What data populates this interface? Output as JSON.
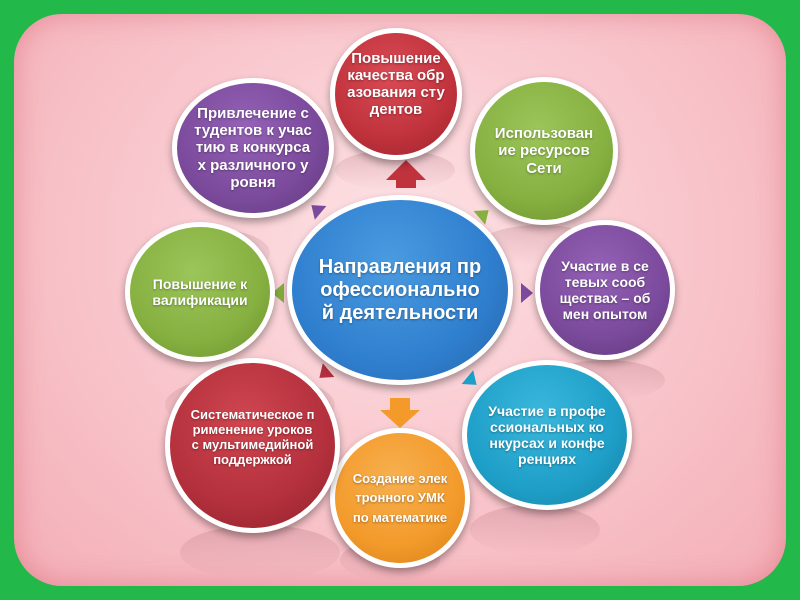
{
  "center": {
    "label": "Направления профессиональной деятельности",
    "color": "#2f7fcf"
  },
  "nodes": [
    {
      "id": "quality",
      "label": "Повышение качества образования студентов",
      "color": "#c0323c"
    },
    {
      "id": "resources",
      "label": "Использование ресурсов Сети",
      "color": "#86b040"
    },
    {
      "id": "networks",
      "label": "Участие в сетевых сообществах – обмен опытом",
      "color": "#7b4a9c"
    },
    {
      "id": "contests",
      "label": "Участие в профессиональных конкурсах и конференциях",
      "color": "#1e9fc8"
    },
    {
      "id": "umk",
      "label": "Создание электронного УМК по математике",
      "color": "#f39a2b"
    },
    {
      "id": "multimedia",
      "label": "Систематическое применение уроков с мультимедийной поддержкой",
      "color": "#b3303c"
    },
    {
      "id": "qualification",
      "label": "Повышение квалификации",
      "color": "#86b040"
    },
    {
      "id": "students",
      "label": "Привлечение студентов к участию в конкурсах различного уровня",
      "color": "#7b4a9c"
    }
  ]
}
